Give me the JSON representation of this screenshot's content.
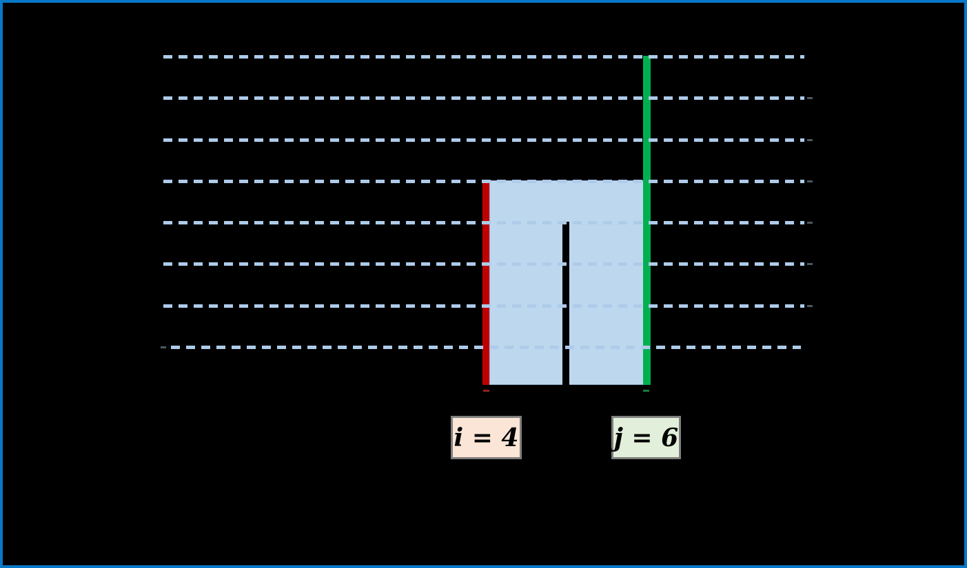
{
  "canvas": {
    "background": "#000000",
    "border_color": "#0878C8"
  },
  "gridlines": {
    "count": 8,
    "style": "dashed",
    "color": "#AECBE9",
    "end_tick_color": "#4A5862"
  },
  "chart_data": {
    "type": "bar",
    "note": "two-pointer algorithm illustration; bar heights in gridline units",
    "bars": [
      {
        "name": "left-pointer-bar",
        "color": "#C00000",
        "height_units": 5
      },
      {
        "name": "middle-bar",
        "color": "#000000",
        "height_units": 4
      },
      {
        "name": "right-pointer-bar",
        "color": "#00B050",
        "height_units": 8
      }
    ],
    "water_fill": {
      "color": "#BDD7EE",
      "border_color": "#9CBBD9",
      "top_units": 5
    }
  },
  "pointer_labels": {
    "i": {
      "text": "i = 4",
      "background": "#FBE5D6",
      "border_color": "#7F7F7F"
    },
    "j": {
      "text": "j = 6",
      "background": "#E2EFDA",
      "border_color": "#7F7F7F"
    }
  }
}
